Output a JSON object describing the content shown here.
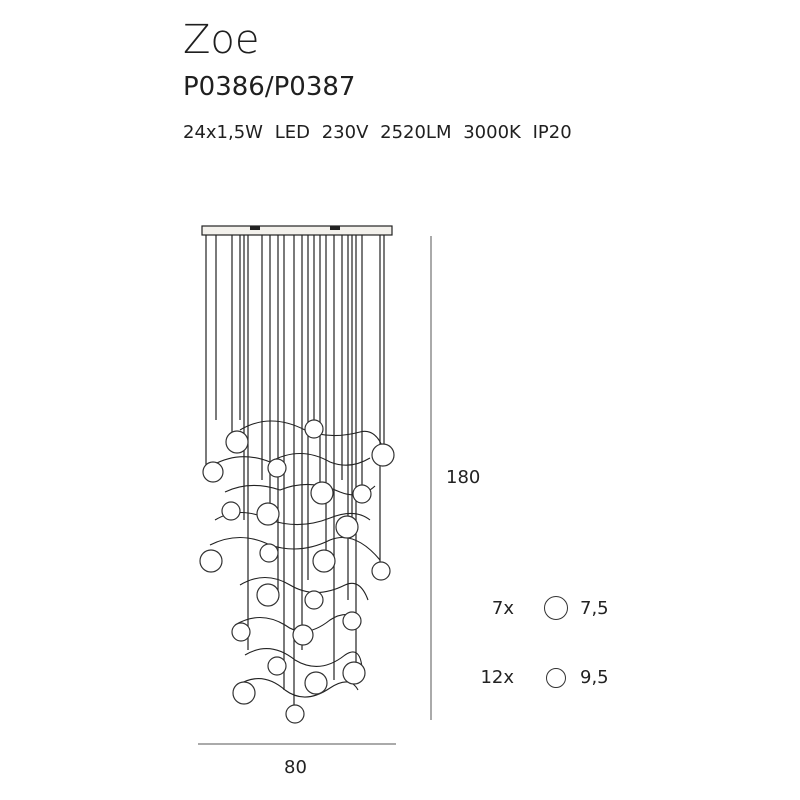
{
  "product": {
    "name": "Zoe",
    "codes": "P0386/P0387",
    "specs": [
      "24x1,5W",
      "LED",
      "230V",
      "2520LM",
      "3000K",
      "IP20"
    ]
  },
  "dimensions": {
    "height_label": "180",
    "width_label": "80"
  },
  "legend": [
    {
      "count": "7x",
      "size": "7,5",
      "ring": "large"
    },
    {
      "count": "12x",
      "size": "9,5",
      "ring": "small"
    }
  ],
  "colors": {
    "line": "#222222",
    "canopy_fill": "#f3f1ec",
    "dimension_line": "#555555"
  }
}
